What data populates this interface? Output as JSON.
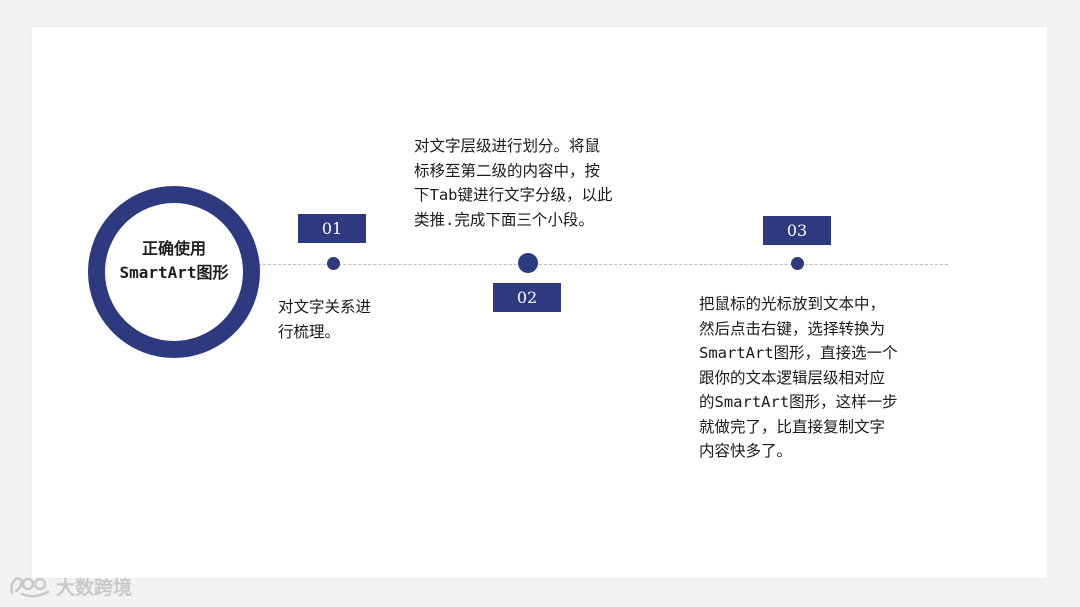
{
  "title": {
    "line1": "正确使用",
    "line2": "SmartArt图形"
  },
  "steps": [
    {
      "number": "01",
      "description": "对文字关系进\n行梳理。"
    },
    {
      "number": "02",
      "description": "对文字层级进行划分。将鼠\n标移至第二级的内容中，按\n下Tab键进行文字分级，以此\n类推.完成下面三个小段。"
    },
    {
      "number": "03",
      "description": "把鼠标的光标放到文本中，\n然后点击右键，选择转换为\nSmartArt图形，直接选一个\n跟你的文本逻辑层级相对应\n的SmartArt图形，这样一步\n就做完了，比直接复制文字\n内容快多了。"
    }
  ],
  "watermark": {
    "text": "大数跨境",
    "icon": "brand-logo-icon"
  },
  "colors": {
    "accent": "#2e3a80",
    "axis": "#b9bcc8",
    "text": "#1a1a1a",
    "watermark": "#c9c9c9"
  }
}
